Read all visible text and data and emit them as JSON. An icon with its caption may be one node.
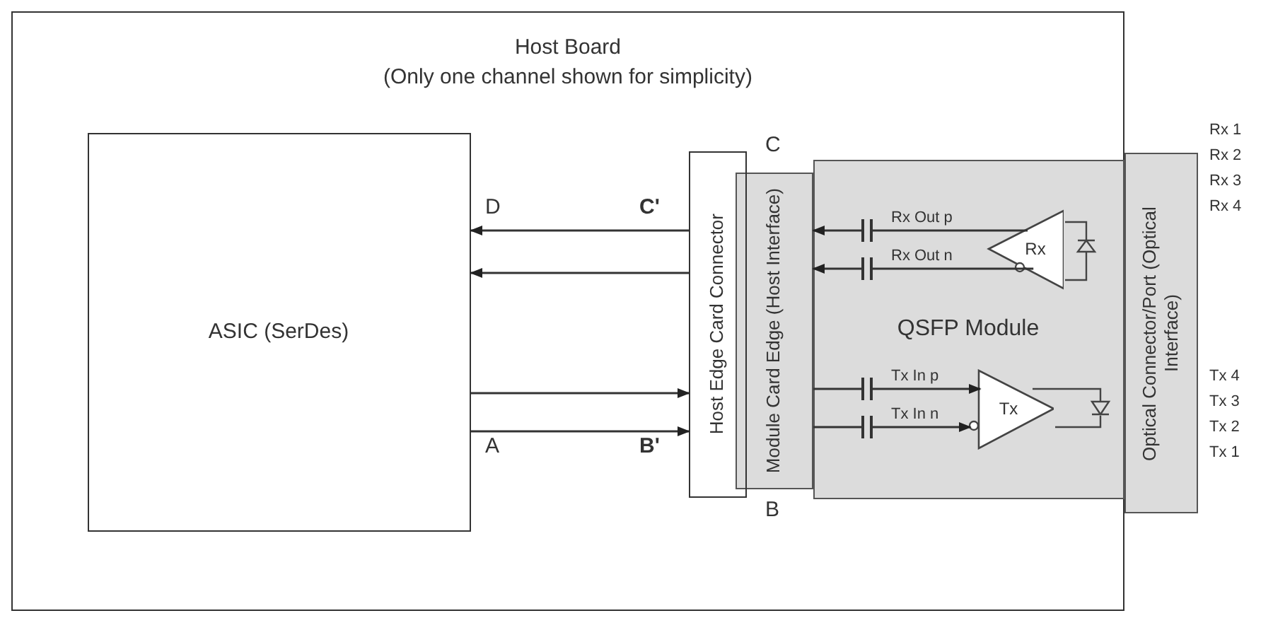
{
  "diagram": {
    "nodes": [
      {
        "text": [
          "Host Board",
          "(Only one channel shown for simplicity)"
        ]
      },
      {
        "text": [
          "ASIC (SerDes)"
        ],
        "in": 0
      },
      {
        "text": [
          "Host Edge Card Connector"
        ],
        "in": 0
      },
      {
        "text": [
          "Module Card Edge (Host Interface)"
        ],
        "in": 0
      },
      {
        "text": [
          "QSFP Module"
        ],
        "in": 0
      },
      {
        "text": [
          "Optical Connector/Port (Optical Interface)"
        ]
      },
      {
        "text": [
          "Rx"
        ],
        "in": 4
      },
      {
        "text": [
          "Tx"
        ],
        "in": 4
      }
    ],
    "edges": [
      {
        "from": 2,
        "to": 1,
        "arrow": "to"
      },
      {
        "from": 2,
        "to": 1,
        "arrow": "to"
      },
      {
        "from": 1,
        "to": 2,
        "arrow": "to"
      },
      {
        "from": 1,
        "to": 2,
        "arrow": "to"
      },
      {
        "from": 6,
        "to": 3,
        "arrow": "to",
        "label": "Rx Out p"
      },
      {
        "from": 6,
        "to": 3,
        "arrow": "to",
        "label": "Rx Out n"
      },
      {
        "from": 3,
        "to": 7,
        "arrow": "to",
        "label": "Tx In p"
      },
      {
        "from": 3,
        "to": 7,
        "arrow": "to",
        "label": "Tx In n"
      }
    ],
    "labels": [
      "D",
      "C'",
      "C",
      "A",
      "B'",
      "B",
      "Rx 1",
      "Rx 2",
      "Rx 3",
      "Rx 4",
      "Tx 4",
      "Tx 3",
      "Tx 2",
      "Tx 1"
    ]
  }
}
